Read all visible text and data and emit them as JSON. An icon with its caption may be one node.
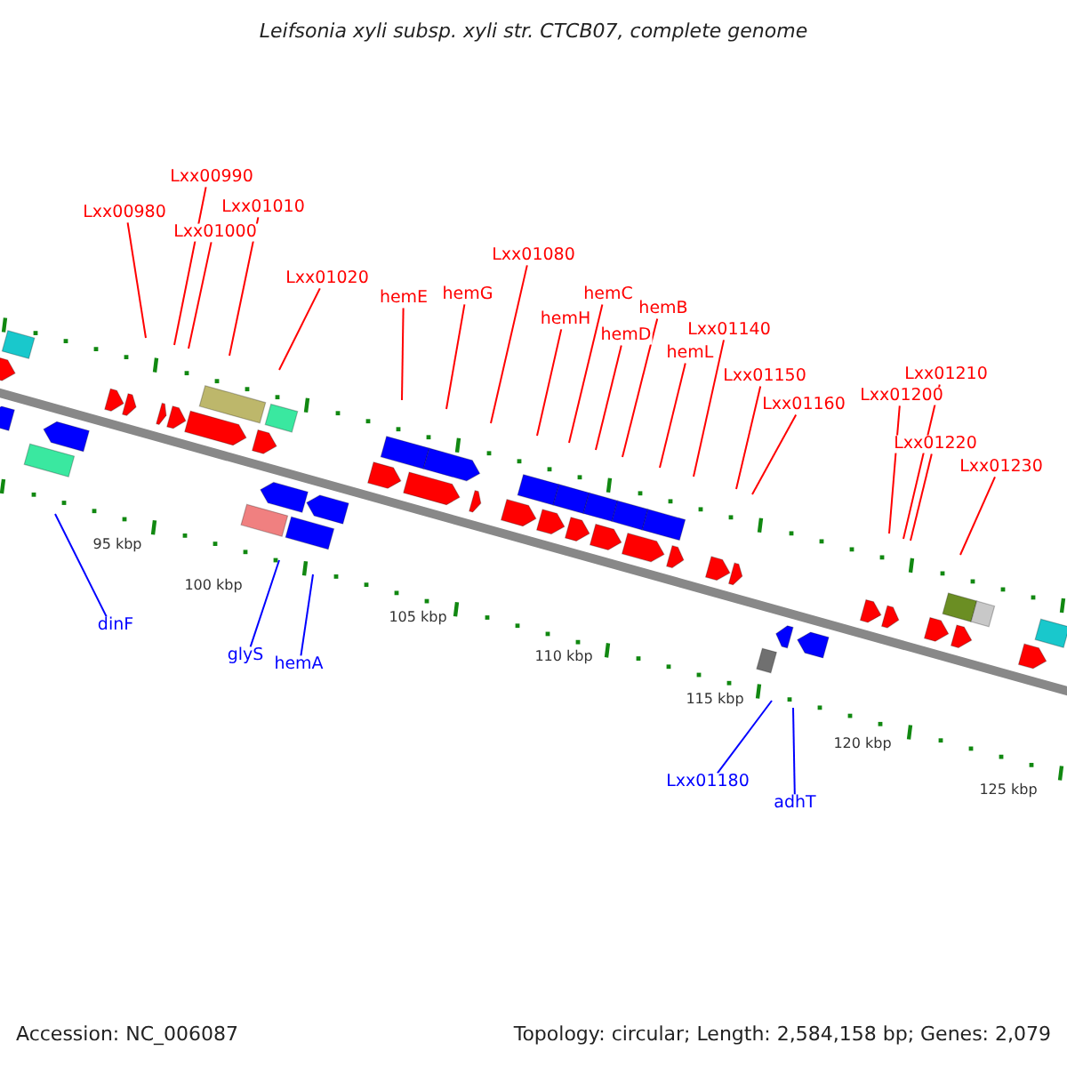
{
  "diagram": {
    "title": "Leifsonia xyli subsp. xyli str. CTCB07, complete genome",
    "nodes": [
      {
        "text": [
          "Lxx00980"
        ]
      },
      {
        "text": [
          "Lxx00990"
        ]
      },
      {
        "text": [
          "Lxx01000"
        ]
      },
      {
        "text": [
          "Lxx01010"
        ]
      },
      {
        "text": [
          "Lxx01020"
        ]
      },
      {
        "text": [
          "hemE"
        ]
      },
      {
        "text": [
          "hemG"
        ]
      },
      {
        "text": [
          "Lxx01080"
        ]
      },
      {
        "text": [
          "hemH"
        ]
      },
      {
        "text": [
          "hemC"
        ]
      },
      {
        "text": [
          "hemD"
        ]
      },
      {
        "text": [
          "hemB"
        ]
      },
      {
        "text": [
          "hemL"
        ]
      },
      {
        "text": [
          "Lxx01140"
        ]
      },
      {
        "text": [
          "Lxx01150"
        ]
      },
      {
        "text": [
          "Lxx01160"
        ]
      },
      {
        "text": [
          "Lxx01200"
        ]
      },
      {
        "text": [
          "Lxx01210"
        ]
      },
      {
        "text": [
          "Lxx01220"
        ]
      },
      {
        "text": [
          "Lxx01230"
        ]
      },
      {
        "text": [
          "dinF"
        ]
      },
      {
        "text": [
          "glyS"
        ]
      },
      {
        "text": [
          "hemA"
        ]
      },
      {
        "text": [
          "Lxx01180"
        ]
      },
      {
        "text": [
          "adhT"
        ]
      }
    ],
    "edges": [
      {
        "from": 0,
        "to": null,
        "arrow": "none"
      },
      {
        "from": 1,
        "to": null,
        "arrow": "none"
      },
      {
        "from": 2,
        "to": null,
        "arrow": "none"
      },
      {
        "from": 3,
        "to": null,
        "arrow": "none"
      },
      {
        "from": 4,
        "to": null,
        "arrow": "none"
      },
      {
        "from": 5,
        "to": null,
        "arrow": "none"
      },
      {
        "from": 6,
        "to": null,
        "arrow": "none"
      },
      {
        "from": 7,
        "to": null,
        "arrow": "none"
      },
      {
        "from": 8,
        "to": null,
        "arrow": "none"
      },
      {
        "from": 9,
        "to": null,
        "arrow": "none"
      },
      {
        "from": 10,
        "to": null,
        "arrow": "none"
      },
      {
        "from": 11,
        "to": null,
        "arrow": "none"
      },
      {
        "from": 12,
        "to": null,
        "arrow": "none"
      },
      {
        "from": 13,
        "to": null,
        "arrow": "none"
      },
      {
        "from": 14,
        "to": null,
        "arrow": "none"
      },
      {
        "from": 15,
        "to": null,
        "arrow": "none"
      },
      {
        "from": 16,
        "to": null,
        "arrow": "none"
      },
      {
        "from": 17,
        "to": null,
        "arrow": "none"
      },
      {
        "from": 18,
        "to": null,
        "arrow": "none"
      },
      {
        "from": 19,
        "to": null,
        "arrow": "none"
      },
      {
        "from": 20,
        "to": null,
        "arrow": "none",
        "color": "#0000ff"
      },
      {
        "from": 21,
        "to": null,
        "arrow": "none",
        "color": "#0000ff"
      },
      {
        "from": 22,
        "to": null,
        "arrow": "none",
        "color": "#0000ff"
      },
      {
        "from": 23,
        "to": null,
        "arrow": "none",
        "color": "#0000ff"
      },
      {
        "from": 24,
        "to": null,
        "arrow": "none",
        "color": "#0000ff"
      }
    ],
    "labels": [
      "95 kbp",
      "100 kbp",
      "105 kbp",
      "110 kbp",
      "115 kbp",
      "120 kbp",
      "125 kbp",
      "Accession: NC_006087",
      "Topology: circular; Length: 2,584,158 bp; Genes: 2,079"
    ]
  }
}
